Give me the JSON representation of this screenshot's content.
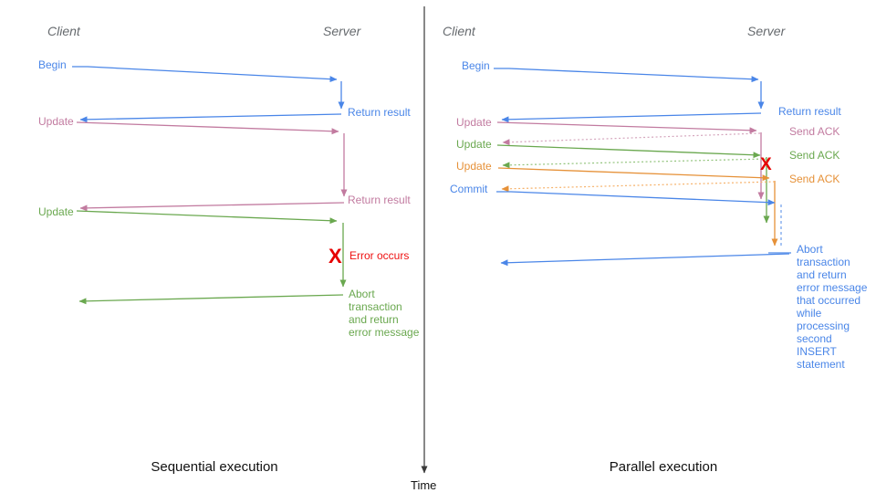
{
  "diagram": {
    "time_axis_label": "Time",
    "colors": {
      "blue": "#4a86e8",
      "light_blue": "#6d9eeb",
      "pink": "#c27ba0",
      "light_pink": "#d5a6bd",
      "green": "#6aa84f",
      "light_green": "#93c47d",
      "orange": "#e69138",
      "light_orange": "#f6b26b",
      "red": "#e60000",
      "header_gray": "#666a6e",
      "axis_gray": "#333333"
    },
    "left_panel": {
      "title": "Sequential execution",
      "client_header": "Client",
      "server_header": "Server",
      "begin_label": "Begin",
      "return_result_1": "Return result",
      "update_1": "Update",
      "return_result_2": "Return result",
      "update_2": "Update",
      "error_x": "X",
      "error_label": "Error occurs",
      "abort_label": "Abort\ntransaction\nand return\nerror message"
    },
    "right_panel": {
      "title": "Parallel execution",
      "client_header": "Client",
      "server_header": "Server",
      "begin_label": "Begin",
      "return_result_1": "Return result",
      "update_1": "Update",
      "send_ack_1": "Send ACK",
      "update_2": "Update",
      "send_ack_2": "Send ACK",
      "update_3": "Update",
      "send_ack_3": "Send ACK",
      "commit_label": "Commit",
      "error_x": "X",
      "abort_label": "Abort\ntransaction\nand return\nerror message\nthat occurred\nwhile\nprocessing\nsecond\nINSERT\nstatement"
    }
  }
}
